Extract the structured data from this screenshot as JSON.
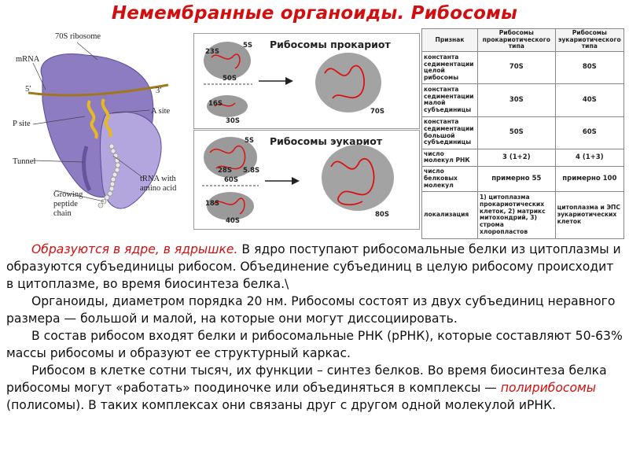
{
  "title": "Немембранные органоиды. Рибосомы",
  "diagram": {
    "labels": {
      "ribosome": "70S ribosome",
      "mrna": "mRNA",
      "five_prime": "5′",
      "three_prime": "3′",
      "p_site": "P site",
      "a_site": "A site",
      "tunnel": "Tunnel",
      "trna_line1": "tRNA with",
      "trna_line2": "amino acid",
      "peptide_line1": "Growing",
      "peptide_line2": "peptide",
      "peptide_line3": "chain"
    }
  },
  "prokaryote_panel": {
    "title": "Рибосомы прокариот",
    "sub_23s": "23S",
    "sub_5s": "5S",
    "sub_50s": "50S",
    "sub_16s": "16S",
    "sub_30s": "30S",
    "whole": "70S"
  },
  "eukaryote_panel": {
    "title": "Рибосомы эукариот",
    "sub_5s": "5S",
    "sub_28s": "28S",
    "sub_58s": "5.8S",
    "sub_60s": "60S",
    "sub_18s": "18S",
    "sub_40s": "40S",
    "whole": "80S"
  },
  "table": {
    "headers": [
      "Признак",
      "Рибосомы прокариотического типа",
      "Рибосомы эукариотического типа"
    ],
    "rows": [
      {
        "feature": "константа седиментации целой рибосомы",
        "pro": "70S",
        "eu": "80S"
      },
      {
        "feature": "константа седиментации малой субъединицы",
        "pro": "30S",
        "eu": "40S"
      },
      {
        "feature": "константа седиментации большой субъединицы",
        "pro": "50S",
        "eu": "60S"
      },
      {
        "feature": "число молекул РНК",
        "pro": "3 (1+2)",
        "eu": "4 (1+3)"
      },
      {
        "feature": "число белковых молекул",
        "pro": "примерно 55",
        "eu": "примерно 100"
      },
      {
        "feature": "локализация",
        "pro": "1) цитоплазма прокариотических клеток, 2) матрикс митохондрий, 3) строма хлоропластов",
        "eu": "цитоплазма и ЭПС эукариотических клеток"
      }
    ]
  },
  "text": {
    "p1_red": "Образуются в ядре, в ядрышке.",
    "p1_rest": " В ядро поступают рибосомальные белки из цитоплазмы и образуются субъединицы рибосом. Объединение субъединиц в целую рибосому происходит в цитоплазме, во время биосинтеза белка.\\",
    "p2": "Органоиды, диаметром порядка 20 нм. Рибосомы состоят из двух субъединиц неравного размера — большой и малой, на которые они могут диссоциировать.",
    "p3": "В состав рибосом входят белки и рибосомальные РНК (рРНК), которые составляют 50-63% массы рибосомы и образуют ее структурный каркас.",
    "p4_start": "Рибосом в клетке сотни тысяч, их функции – синтез белков. Во время биосинтеза белка рибосомы могут «работать» поодиночке или объединяться в комплексы — ",
    "p4_red": "полирибосомы",
    "p4_end": " (полисомы). В таких комплексах они связаны друг с другом одной молекулой иРНК."
  }
}
